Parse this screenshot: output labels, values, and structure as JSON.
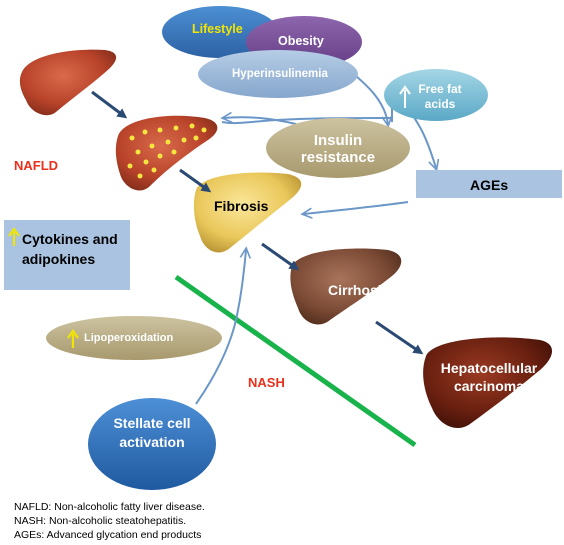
{
  "nodes": {
    "lifestyle": "Lifestyle",
    "obesity": "Obesity",
    "hyperinsulinemia": "Hyperinsulinemia",
    "free_fat_acids": "Free fat acids",
    "insulin_resistance": "Insulin resistance",
    "ages": "AGEs",
    "nafld": "NAFLD",
    "fibrosis": "Fibrosis",
    "cytokines": "Cytokines and adipokines",
    "cirrhosis": "Cirrhosis",
    "lipoperoxidation": "Lipoperoxidation",
    "nash": "NASH",
    "hcc": "Hepatocellular carcinoma",
    "stellate": "Stellate cell activation"
  },
  "legend": [
    "NAFLD: Non-alcoholic fatty liver disease.",
    "NASH: Non-alcoholic steatohepatitis.",
    "AGEs: Advanced glycation end products"
  ],
  "colors": {
    "lifestyle_fill": "#3c7cbf",
    "lifestyle_text": "#f2e600",
    "obesity_fill": "#7a4f9a",
    "hyperinsulinemia_fill": "#9db9d9",
    "free_fat_fill": "#7fbfd4",
    "insulin_fill": "#b9ad86",
    "ages_fill": "#a9c3e1",
    "cytokines_fill": "#a9c3e1",
    "lipo_fill": "#b9ad86",
    "stellate_fill": "#2f6fb5",
    "nafld_text": "#e8301c",
    "nash_text": "#e8301c",
    "green_line": "#19b34b",
    "arrow_dark": "#2b4a73",
    "arrow_light": "#6b97c8",
    "up_arrow": "#f2e600"
  }
}
